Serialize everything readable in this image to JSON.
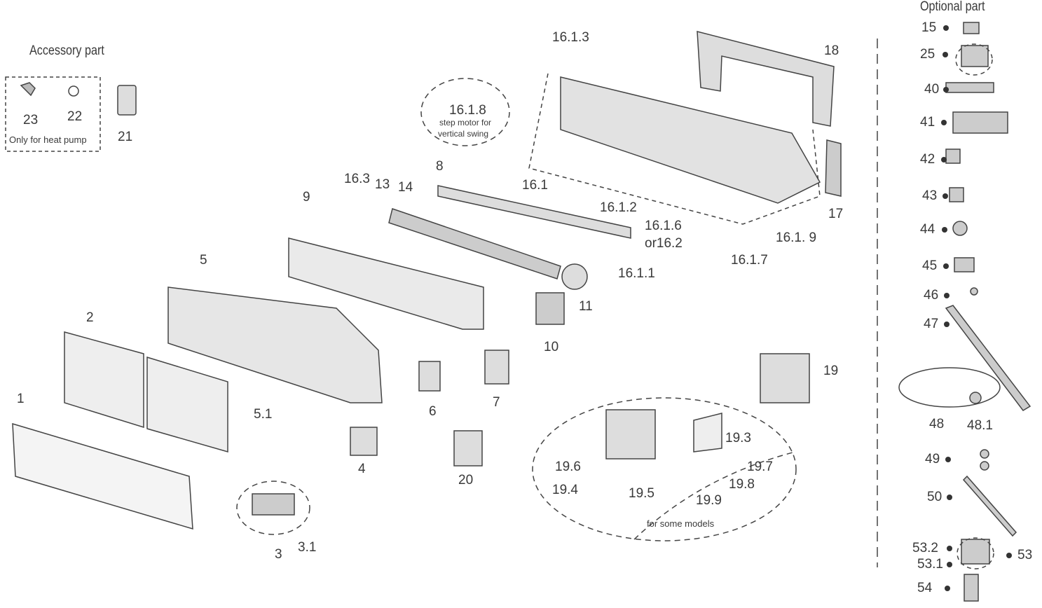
{
  "headings": {
    "accessory": "Accessory part",
    "optional": "Optional part"
  },
  "notes": {
    "heat_pump": "Only for heat pump",
    "step_motor_1": "step motor for",
    "step_motor_2": "vertical swing",
    "some_models": "for some models"
  },
  "labels": {
    "p1": "1",
    "p2": "2",
    "p3": "3",
    "p3_1": "3.1",
    "p4": "4",
    "p5": "5",
    "p5_1": "5.1",
    "p6": "6",
    "p7": "7",
    "p8": "8",
    "p9": "9",
    "p10": "10",
    "p11": "11",
    "p13": "13",
    "p14": "14",
    "p16_1": "16.1",
    "p16_1_1": "16.1.1",
    "p16_1_2": "16.1.2",
    "p16_1_3": "16.1.3",
    "p16_1_6": "16.1.6",
    "p16_2": "or16.2",
    "p16_1_7": "16.1.7",
    "p16_1_8": "16.1.8",
    "p16_1_9": "16.1. 9",
    "p16_3": "16.3",
    "p17": "17",
    "p18": "18",
    "p19": "19",
    "p19_3": "19.3",
    "p19_4": "19.4",
    "p19_5": "19.5",
    "p19_6": "19.6",
    "p19_7": "19.7",
    "p19_8": "19.8",
    "p19_9": "19.9",
    "p20": "20",
    "p21": "21",
    "p22": "22",
    "p23": "23",
    "p15": "15",
    "p25": "25",
    "p40": "40",
    "p41": "41",
    "p42": "42",
    "p43": "43",
    "p44": "44",
    "p45": "45",
    "p46": "46",
    "p47": "47",
    "p48": "48",
    "p48_1": "48.1",
    "p49": "49",
    "p50": "50",
    "p53": "53",
    "p53_1": "53.1",
    "p53_2": "53.2",
    "p54": "54"
  }
}
